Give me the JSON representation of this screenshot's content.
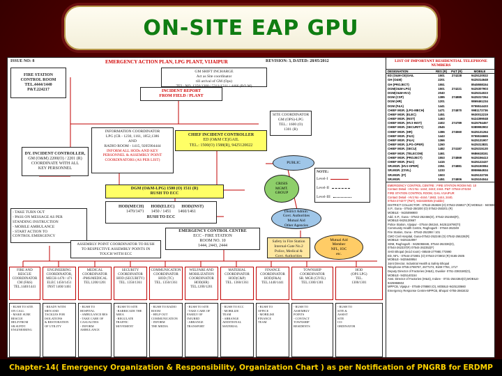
{
  "title": "ON-SITE EAP GPU",
  "footer": "Chapter-14( Emergency Organization & Responsibility, Organization Chart ) as per Notification of PNGRB for ERDMP",
  "header": {
    "issue": "ISSUE NO: 8",
    "plan_title": "EMERGENCY ACTION PLAN, LPG PLANT, VIJAIPUR",
    "revision": "REVISION: 3, DATED: 28/05/2012"
  },
  "tel_panel": {
    "title": "LIST OF IMPORTANT RESIDENTIAL TELEPHONE NUMBERS",
    "headers": [
      "DESIGNATION",
      "RES (R)",
      "P&T (R)",
      "MOBILE"
    ],
    "rows": [
      [
        "ED (O&M-CE)GAIL",
        "1501",
        "274228",
        "9425120022"
      ],
      [
        "GH (O&M)",
        "2201",
        "",
        "9425314648"
      ],
      [
        "GH (PROJECT)",
        "1551",
        "",
        "8545558154"
      ],
      [
        "DGM(O&M-LPG)",
        "1501",
        "274221",
        "9425307903"
      ],
      [
        "DGM(O&M-HVJ)",
        "2040",
        "",
        "9425314023"
      ],
      [
        "DGM (CSP)",
        "1385",
        "274885",
        "9425317264"
      ],
      [
        "DGM (HR)",
        "1201",
        "",
        "9869461234"
      ],
      [
        "DGM (F&A)",
        "1441",
        "",
        "9755514433"
      ],
      [
        "CHIEF MGR. (LPG-MECH)",
        "1471",
        "274870",
        "9981172736"
      ],
      [
        "CHIEF MGR. (ELEC)",
        "1451",
        "",
        "9630012219"
      ],
      [
        "CHIEF MGR. (INST)",
        "1463",
        "",
        "9424399048"
      ],
      [
        "CHIEF MGR. (HVJ-INST)",
        "2402",
        "274789",
        "9425794457"
      ],
      [
        "CHIEF MGR. (SECURITY)",
        "2545",
        "",
        "9389992902"
      ],
      [
        "CHIEF MGR. (HR)",
        "1386",
        "274560",
        "9425131264"
      ],
      [
        "CHIEF MGR. (F&S)",
        "1443",
        "",
        "9755516665"
      ],
      [
        "CHIEF MGR. (F&A)",
        "1366",
        "",
        "9425131907"
      ],
      [
        "CHIEF MGR. (LPG-OPER)",
        "1260",
        "",
        "9425313831"
      ],
      [
        "CHIEF MGR. (SECU)",
        "1482",
        "274187",
        "9425315130"
      ],
      [
        "CHIEF MGR. (TELECOM)",
        "1461",
        "",
        "9686618151"
      ],
      [
        "CHIEF MGR. (PROJECT)",
        "1553",
        "274869",
        "9425156413"
      ],
      [
        "CHIEF MGR. (F&C)",
        "1415",
        "",
        "9425122437"
      ],
      [
        "SR.MGR. (HVJ-OPER)",
        "2351",
        "274881",
        "9425150084"
      ],
      [
        "SR.MGR. (CIVIL)",
        "1233",
        "",
        "8959664934"
      ],
      [
        "SR.MGR. (IT)",
        "1503",
        "",
        "9425132736"
      ],
      [
        "SR.MGR.",
        "1451",
        "274806",
        "9425104044"
      ]
    ],
    "notes": [
      "EMERGENCY CONTROL CENTRE : FIRE STATION ROOM NO. 10",
      "Contact Detail - HVJ No -1444; 2443; 2444. P&T- 07544-274234",
      "FIRE STATION CONTROL ROOM, GAIL VIJAIPUR",
      "Contact Detail - HVJ No -4444 / 1663, 1444, 2440,",
      "07544-274277 (P&T), 9424330025 (mobile)",
      "DISTRICT COLLECTOR - 07542-253828 (O) 07542-255927 (R) MOBILE - 9406986601",
      "S.P., Guna - 07542-250200 (O) 07542-250201 (R)",
      "MOBILE - 9425098900",
      "Add. S.P., Guna - 07542-252456(O), 07542-252456(R),",
      "MOBILE-9425130667",
      "Police Station, Vijaipur - 07544-284244, 9425119790(TI)",
      "Community Health Centre, Raghogarh - 07544-262349",
      "Fire Station, Guna - 07542-252288 / 101",
      "CMO Civil Hospital, Guna-07542-252248 (O) 07542-256228(R)",
      "MOBILE- 9425152997",
      "SDM, Raghogarh - 9425055846, 07544-262336(O),",
      "07544-262337(R) 07544-262352(F)",
      "SHO Bhopal (Incid room) -08548-277980,773990",
      "ED, NFL - 07544-272801 (O) 07544-272802 (R) 9165-2505",
      "MOBILE- 9425648954",
      "Joint Director, Industrial Health & Safety Bhopal",
      "Telephone-0755-2769767, 2677274, 9169-7784, 1717",
      "Deputy Director of Factories (IH&S), Gwalior- 0751-2383180(O),",
      "MOBILE- 9425140154",
      "Asst. Director of Factories (IH&S), Indore - 0731-2544364(O),MOBILE-",
      "9425958604",
      "MPPCB, Vijaipur - 07548-278880 (O), MOBILE-9425130660",
      "Emergency Response Centre-MPPCB, Bhopal -0755-2663432"
    ]
  },
  "org": {
    "fire_station": [
      "FIRE STATION",
      "CONTROL ROOM",
      "TEL.4444/1440",
      "P&T.224217"
    ],
    "shift_incharge": [
      "GM SHIFT INCHARGE",
      "Act as Site coordinator",
      "till arrival of GM (Ops)",
      "TEL: NO. 1350/1300 / 5311/1311 / 4466 (P.O.M)"
    ],
    "incident_report": [
      "INCIDENT REPORT",
      "FROM FIELD / PLANT"
    ],
    "site_coord": [
      "SITE COORDINATOR",
      "GM (OPS)-LPG",
      "TEL.: 1600 (O)",
      "1301 (R)"
    ],
    "info_coord": [
      "INFORMATION COORDINATOR",
      "LPG (CR - 1230, 1161, 1852,1386",
      "AND",
      "RADIO ROOM - 1415, 9205904444",
      "INFORM ALL HODs AND KEY",
      "PERSONNEL & ASSEMBLY POINT",
      "COORDINATORS (AS PER LIST)"
    ],
    "dy_incident": [
      "DY. INCIDENT CONTROLLER,",
      "GM (O&M) 2200(O) / 2201 (R)",
      "COORDINATE WITH ALL",
      "KEY PERSONNEL"
    ],
    "chief_incident": [
      "CHIEF INCIDENT CONTROLLER",
      "ED (O&M CE)GAIL",
      "TEL.: 1500(O) 1588(R), 9425120022"
    ],
    "public": "PUBLIC",
    "crisis": [
      "CRISIS",
      "MGMT.",
      "GROUP"
    ],
    "district_admin": [
      "District Admin.",
      "Govt. Authorities",
      "Mutual Aid",
      "Other Agencies"
    ],
    "dgm": [
      "DGM (O&M-LPG) 1500 (O) 1511 (R)",
      "RUSH TO ECC"
    ],
    "hods": [
      "HOD(MECH)",
      "HOD(ELEC)",
      "HOD(INST)",
      "1470/1471",
      "1450 / 1451",
      "1460/1461",
      "RUSH TO ECC"
    ],
    "legend_note": "NOTE:",
    "legend": [
      "Level-I",
      "Level-II",
      "Level-III"
    ],
    "left_duties": [
      "- TAKE TURN OUT",
      "- PASS ON MESSAGE AS PER",
      "  STANDING INSTRUCTION",
      "- MOBILE AMBULANCE",
      "- START ACTION TO",
      "  CONTROL EMERGENCY"
    ],
    "ecc": [
      "EMERGENCY CONTROL CENTRE",
      "ECC - FIRE STATION",
      "ROOM NO. 10",
      "1444, 2443, 2444"
    ],
    "assembly": [
      "ASSEMBLY POINT COORDINATOR TO RUSH",
      "TO RESPECTIVE ASSEMBLY POINTS IN",
      "TOUCH WITH ECC"
    ],
    "safety": [
      "Safety in Fire Station",
      "Internal-Gate No.2",
      "Police, Medical &",
      "Govt. Authorities"
    ],
    "mutual": [
      "Mutual Aid",
      "Member",
      "NFL, IOC",
      "etc."
    ],
    "departments": [
      [
        "FIRE AND",
        "RESCUE",
        "COORDINATOR",
        "CM (F&S)",
        "TEL.1440/1441"
      ],
      [
        "ENGINEERING",
        "COORDINATOR,",
        "MECH-1470 / 471",
        "ELEC 1450/1451",
        "INST 1460/1461"
      ],
      [
        "MEDICAL",
        "COORDINATOR",
        "-PMS/MEDICAL",
        "TEL.1200/1201"
      ],
      [
        "SECURITY",
        "COORDINATOR",
        "HOD (SECURITY)",
        "TEL. 1350/1361"
      ],
      [
        "COMMUNICATION",
        "COORDINATOR",
        "HOD (TC)",
        "TEL. 1350/1361"
      ],
      [
        "WELFARE AND",
        "MOBILIZATION",
        "COORDINATOR",
        "HOD(HR)",
        "TEL.1200/1201"
      ],
      [
        "MATERIAL",
        "COORDINATOR",
        "HOD(C&P)",
        "TEL. 1360/1361"
      ],
      [
        "FINANCE",
        "COORDINATOR",
        "HOD(F&A)",
        "TEL.1440/1441"
      ],
      [
        "TOWNSHIP",
        "COORDINATOR",
        "SR. MGR (CIVIL)",
        "TEL.1300/1301"
      ],
      [
        "HOD",
        "(OPS LPG)",
        "TEL.",
        "1300/1301"
      ]
    ],
    "duties": [
      [
        "- RUSH TO SITE",
        "  ON CALL",
        "- MAKE SURE",
        "  RESCUE",
        "  HELP FROM",
        "  SR.SUPDT.",
        "  ENGINEERING"
      ],
      [
        "- READY WITH",
        "  MEN AND",
        "  TACKLES FOR",
        "  ISOLATIONS",
        "  & RESTORATION",
        "  OF UTILITY"
      ],
      [
        "- RUSH TO HOSPITAL",
        "- AMBULANCE RES",
        "- TAKE CARE OF",
        "  CASUALTIES",
        "- INFORM",
        "  AMBULANCE"
      ],
      [
        "- RUSH TO SITE",
        "- BARRICADE THE",
        "  AREA",
        "- REGULATE",
        "  TRAFFIC MOVEMENT"
      ],
      [
        "- RUSH TO RADIO",
        "  ROOM",
        "- HELP OUT",
        "  COMMUNICATION",
        "- INFORM",
        "  THE MEDIA"
      ],
      [
        "- RUSH TO SITE",
        "- TAKE CARE OF",
        "  FAMILY OF",
        "  INJURED",
        "- ARRANGE",
        "  TRANSPORT"
      ],
      [
        "- RUSH TO ECC",
        "- MOBILIZE",
        "  TEAM",
        "- ARRANGE",
        "  ADDITIONAL",
        "  MATERIAL"
      ],
      [
        "- RUSH TO",
        "  OFFICE",
        "- MOBILISE",
        "  FINANCE",
        "  TEAM"
      ],
      [
        "- RUSH TO",
        "  ASSEMBLY",
        "  POINTS",
        "- CONTACT",
        "  TOWNSHIP",
        "  RESIDENTS"
      ],
      [
        "- RUSH TO",
        "  SITE &",
        "  ASSIST",
        "  SITE",
        "  CO-",
        "  ORDINATOR"
      ]
    ]
  }
}
